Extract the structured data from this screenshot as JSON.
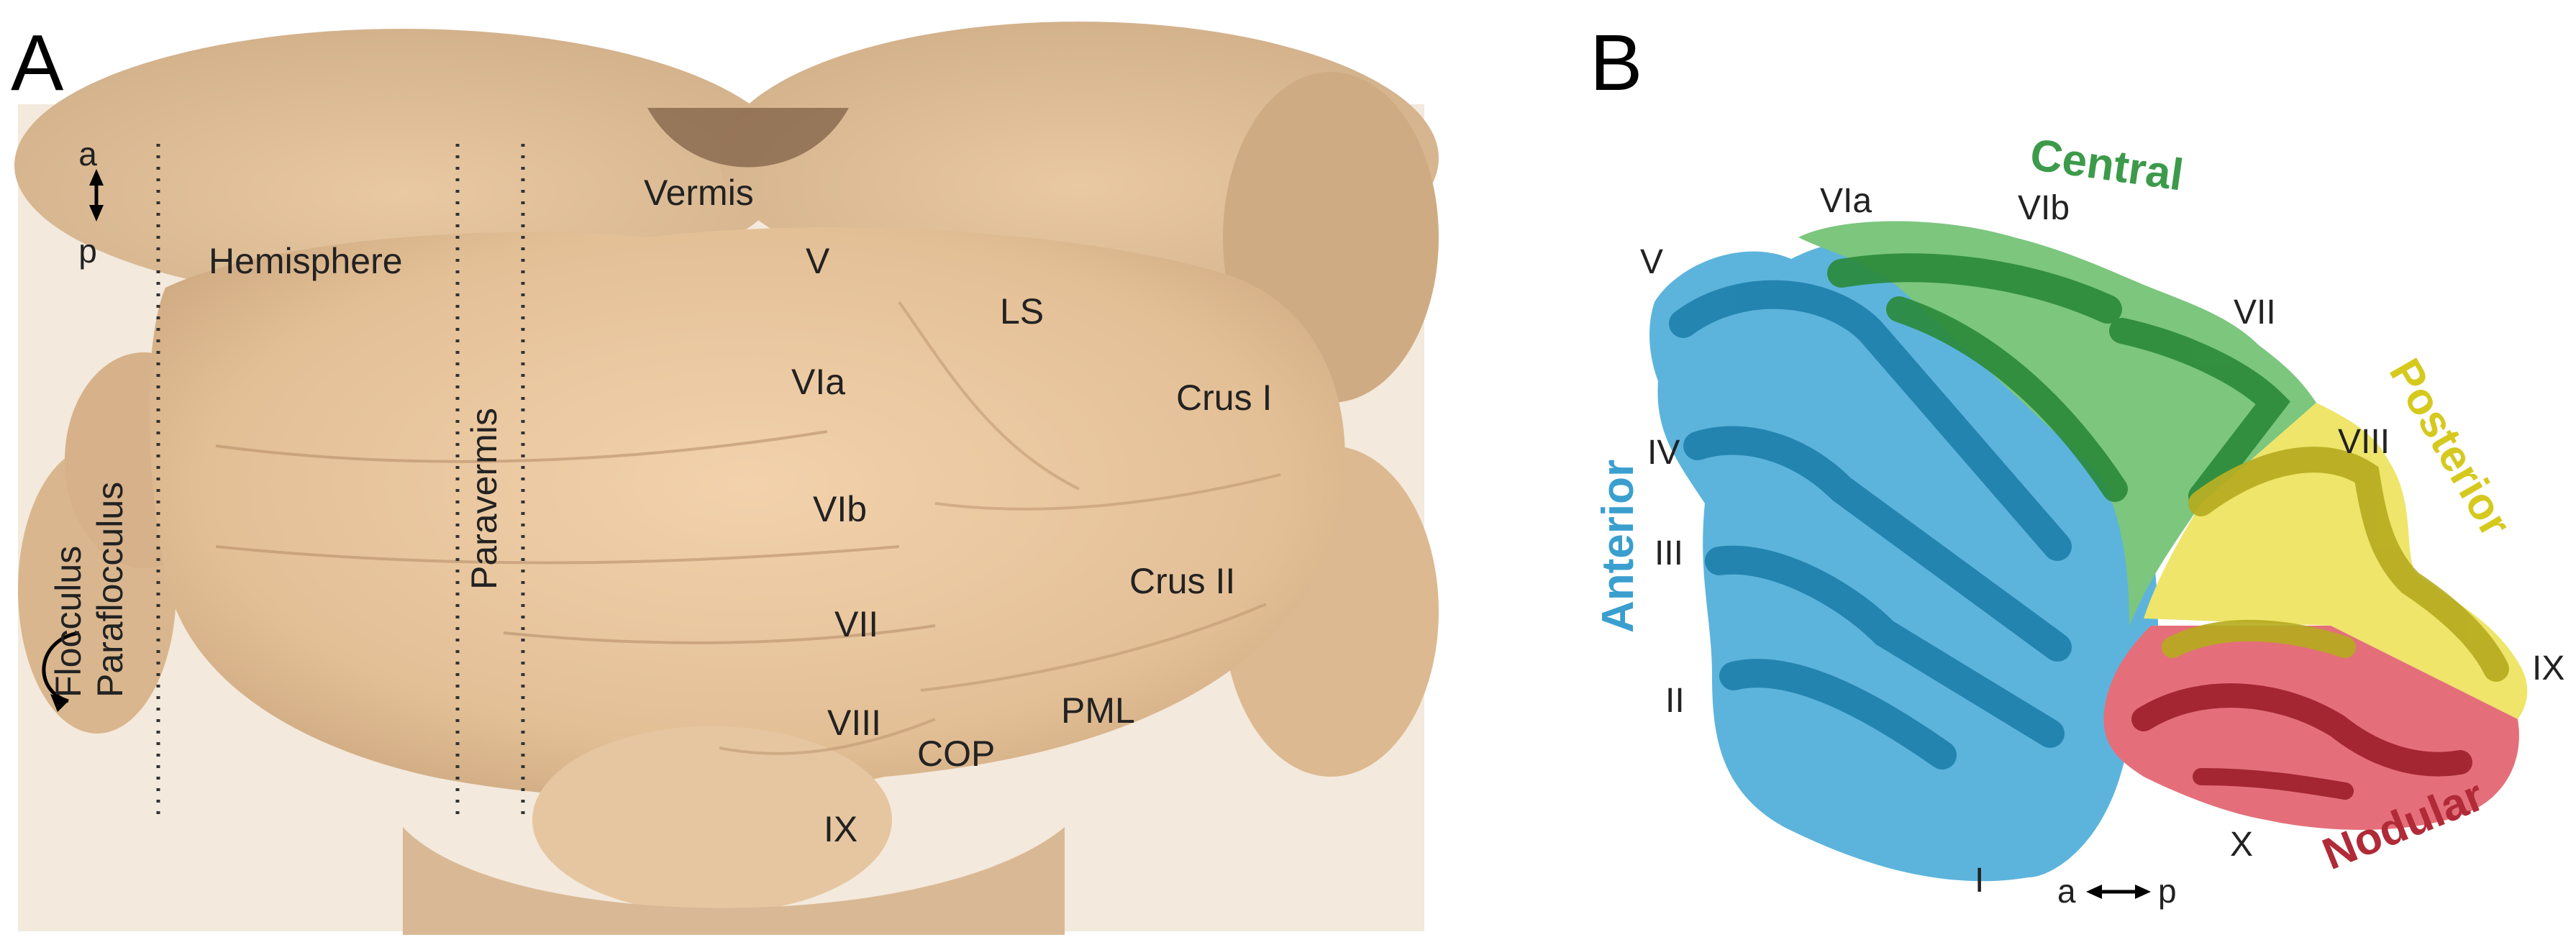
{
  "panels": {
    "a": {
      "letter": "A",
      "labels": {
        "axis_a": "a",
        "axis_p": "p",
        "vermis": "Vermis",
        "hemisphere": "Hemisphere",
        "paravermis": "Paravermis",
        "flocculus": "Flocculus",
        "paraflocculus": "Paraflocculus",
        "v": "V",
        "vla": "VIa",
        "vlb": "VIb",
        "vii": "VII",
        "viii": "VIII",
        "ix": "IX",
        "ls": "LS",
        "crus1": "Crus I",
        "crus2": "Crus II",
        "pml": "PML",
        "cop": "COP"
      }
    },
    "b": {
      "letter": "B",
      "regions": {
        "anterior": {
          "name": "Anterior",
          "color": "#3a9fcf"
        },
        "central": {
          "name": "Central",
          "color": "#3c9a4a"
        },
        "posterior": {
          "name": "Posterior",
          "color": "#d6c91e"
        },
        "nodular": {
          "name": "Nodular",
          "color": "#b02a37"
        }
      },
      "lobules": {
        "i": "I",
        "ii": "II",
        "iii": "III",
        "iv": "IV",
        "v": "V",
        "vla": "VIa",
        "vlb": "VIb",
        "vii": "VII",
        "viii": "VIII",
        "ix": "IX",
        "x": "X"
      },
      "axis": {
        "a": "a",
        "p": "p"
      }
    }
  }
}
